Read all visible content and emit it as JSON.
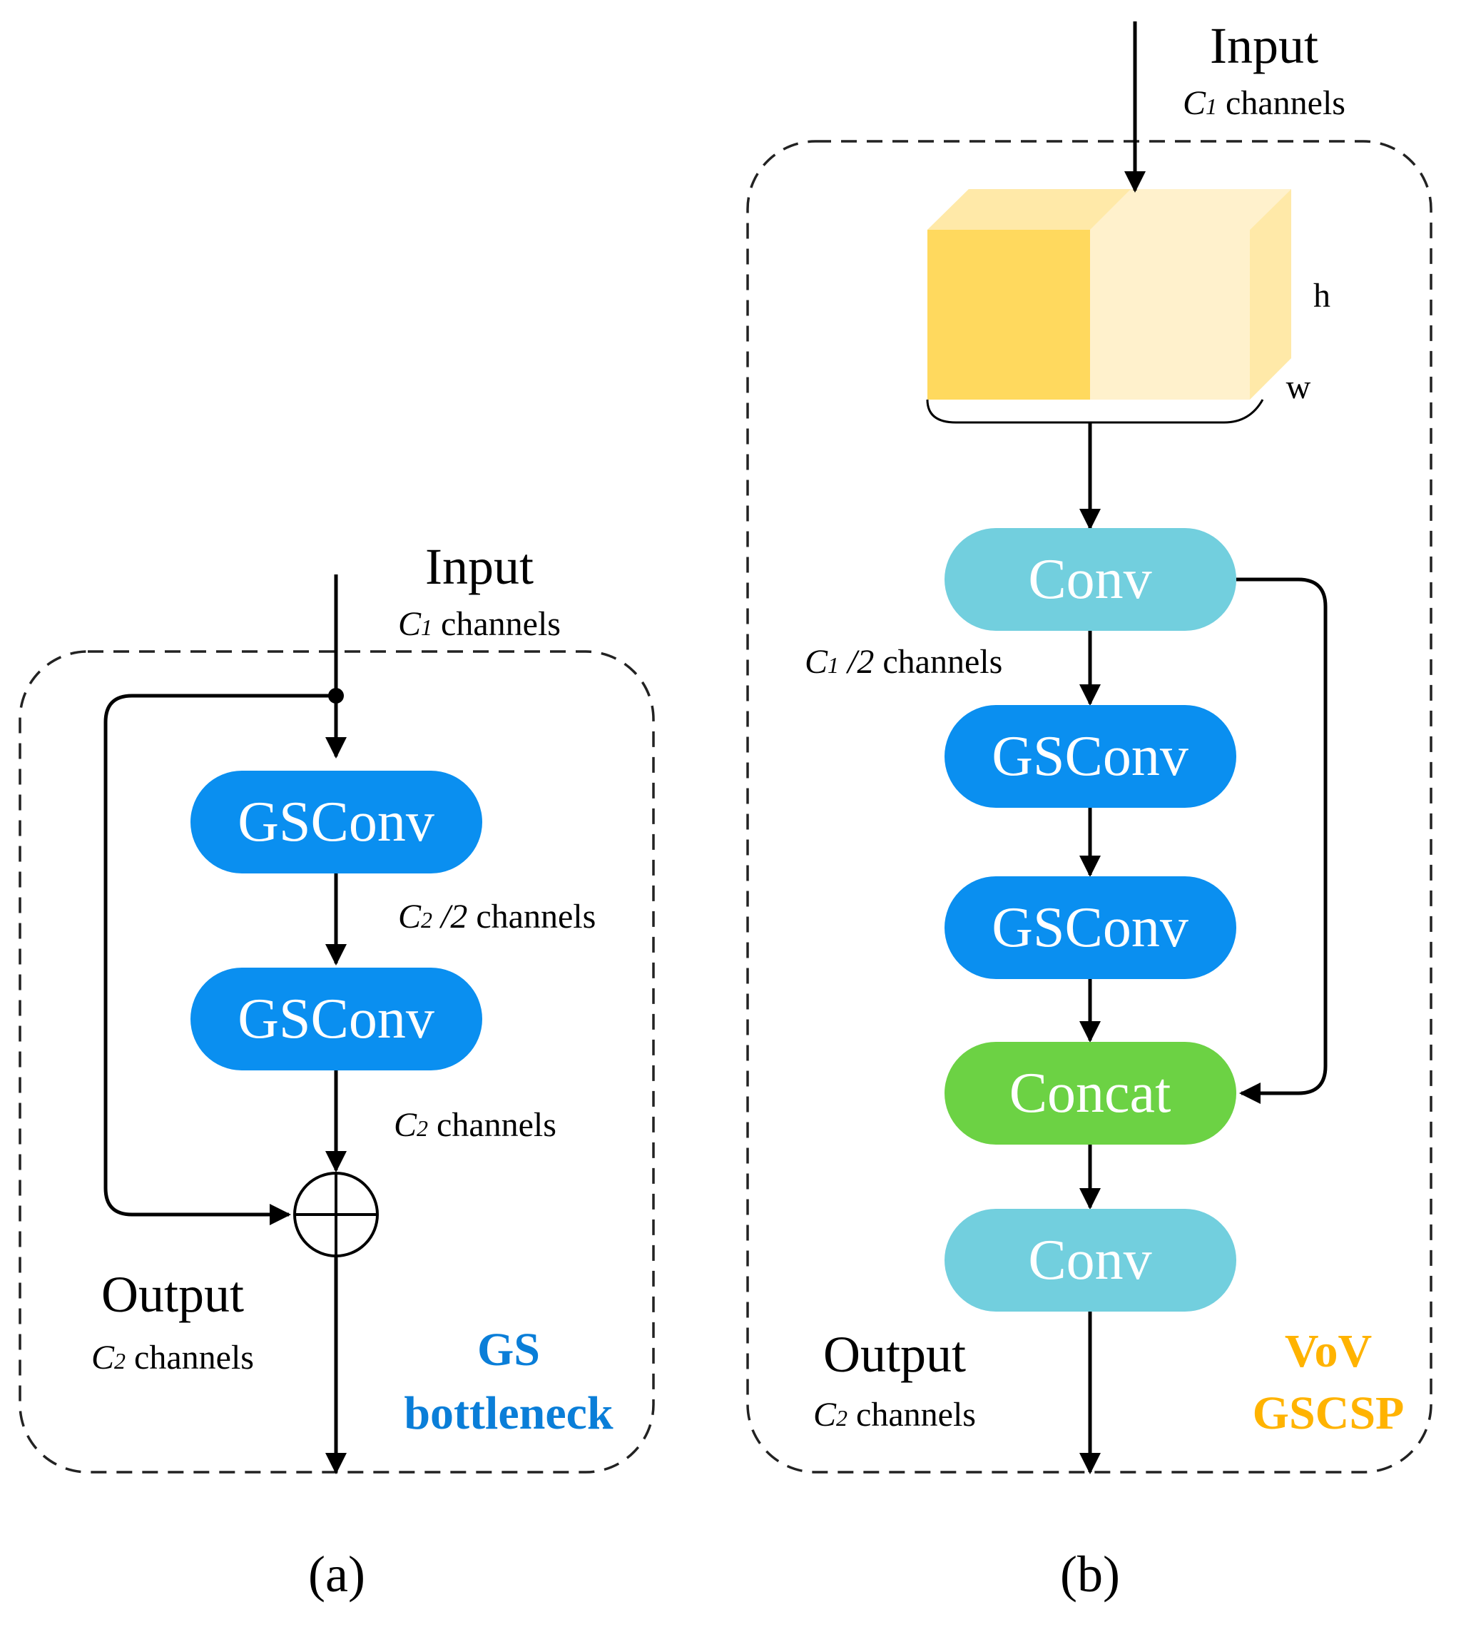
{
  "panel_a": {
    "input_label": "Input",
    "input_channels": {
      "symbol": "C",
      "sub": "1",
      "text": " channels"
    },
    "gsconv_1": "GSConv",
    "gsconv_2": "GSConv",
    "mid_channels": {
      "symbol": "C",
      "sub": "2",
      "slash": " /2",
      "text": " channels"
    },
    "after_channels": {
      "symbol": "C",
      "sub": "2",
      "text": " channels"
    },
    "output_label": "Output",
    "output_channels": {
      "symbol": "C",
      "sub": "2",
      "text": " channels"
    },
    "module_name_line1": "GS",
    "module_name_line2": "bottleneck",
    "caption": "(a)"
  },
  "panel_b": {
    "input_label": "Input",
    "input_channels": {
      "symbol": "C",
      "sub": "1",
      "text": " channels"
    },
    "dim_h": "h",
    "dim_w": "w",
    "conv_1": "Conv",
    "half_channels": {
      "symbol": "C",
      "sub": "1",
      "slash": " /2",
      "text": " channels"
    },
    "gsconv_1": "GSConv",
    "gsconv_2": "GSConv",
    "concat": "Concat",
    "conv_2": "Conv",
    "output_label": "Output",
    "output_channels": {
      "symbol": "C",
      "sub": "2",
      "text": " channels"
    },
    "module_name_line1": "VoV",
    "module_name_line2": "GSCSP",
    "caption": "(b)"
  },
  "colors": {
    "gsconv": "#0a8ff0",
    "conv": "#72cfde",
    "concat": "#6cd244",
    "gs_bottleneck_text": "#0a7ed8",
    "vov_text": "#ffb300",
    "cube_dark": "#ffd95e",
    "cube_light": "#fff1cc"
  }
}
